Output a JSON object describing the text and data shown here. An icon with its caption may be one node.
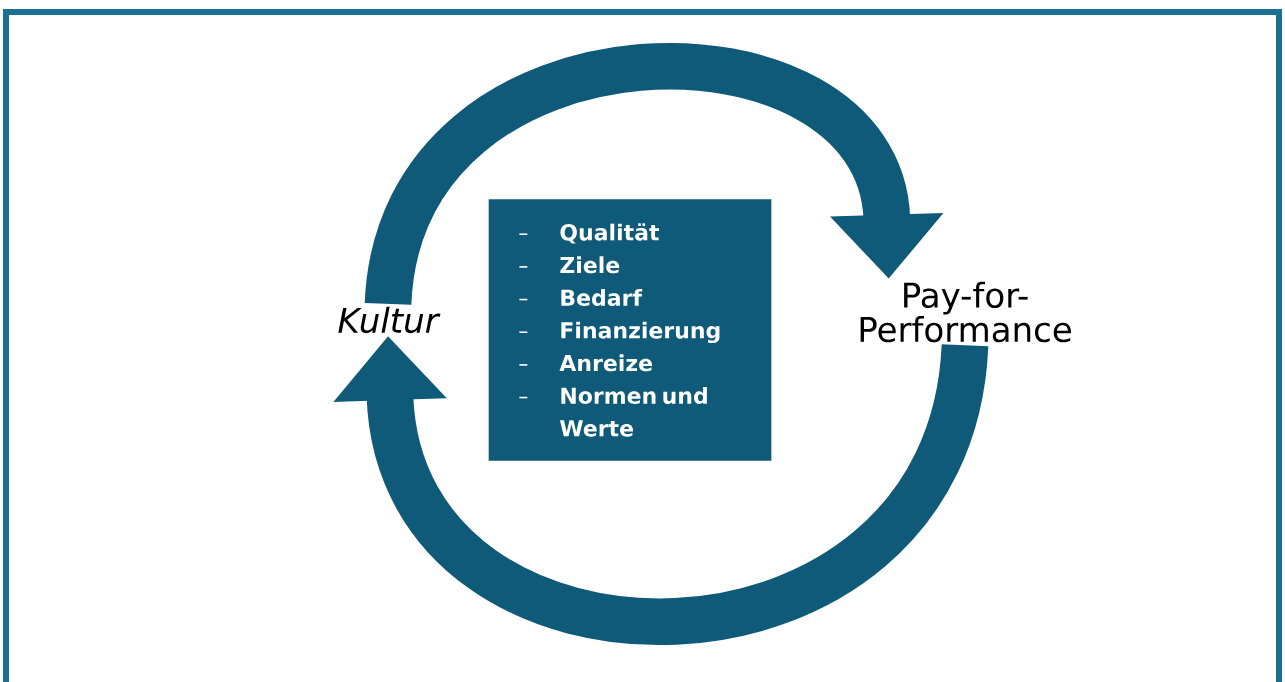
{
  "diagram": {
    "nodes": [
      {
        "text": [
          "Kultur"
        ]
      },
      {
        "text": [
          "Pay-for-Performance"
        ]
      },
      {
        "text": [
          "Qualität",
          "Ziele",
          "Bedarf",
          "Finanzierung",
          "Anreize",
          "Normen und Werte"
        ]
      }
    ],
    "edges": [
      {
        "from": 0,
        "to": 1,
        "arrow": "to"
      },
      {
        "from": 1,
        "to": 0,
        "arrow": "to"
      }
    ]
  }
}
